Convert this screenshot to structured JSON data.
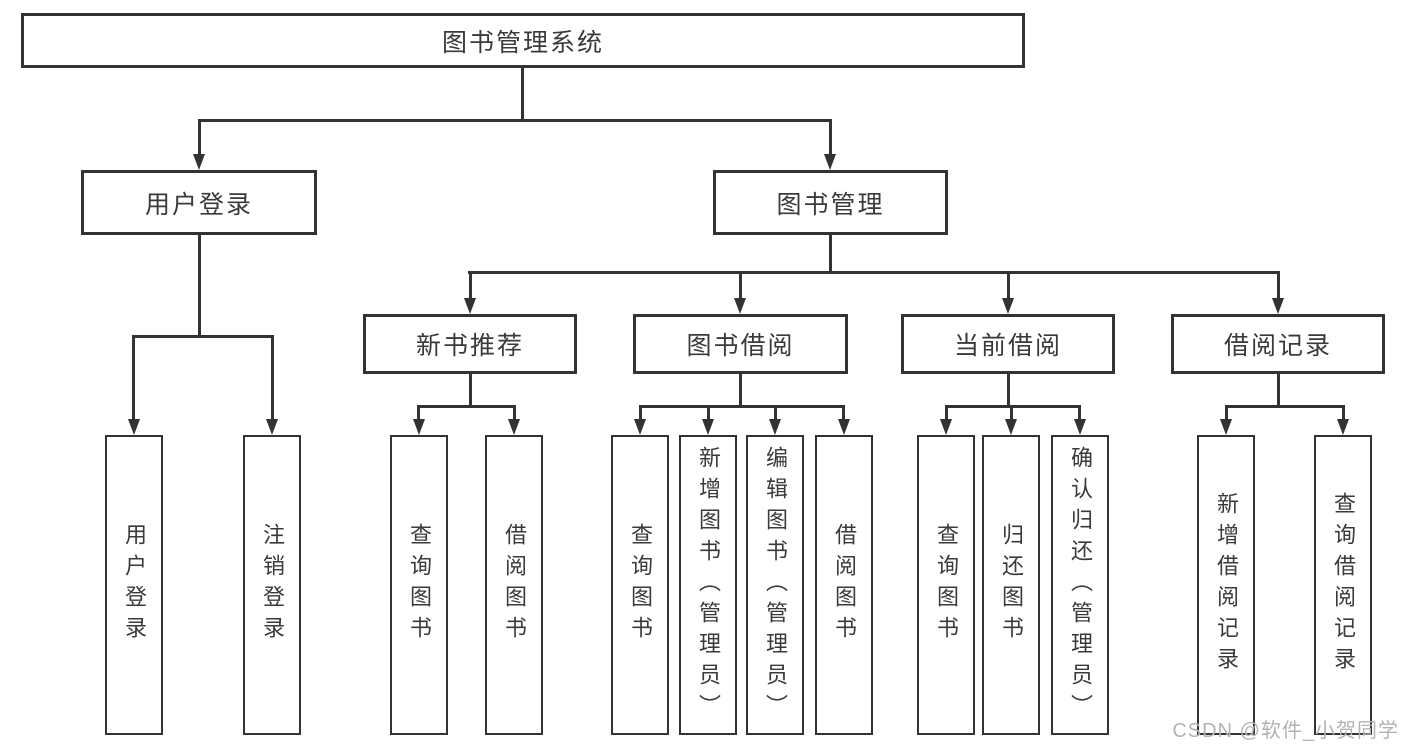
{
  "tree": {
    "label": "图书管理系统",
    "children": [
      {
        "label": "用户登录",
        "children": [
          {
            "label": "用户登录"
          },
          {
            "label": "注销登录"
          }
        ]
      },
      {
        "label": "图书管理",
        "children": [
          {
            "label": "新书推荐",
            "children": [
              {
                "label": "查询图书"
              },
              {
                "label": "借阅图书"
              }
            ]
          },
          {
            "label": "图书借阅",
            "children": [
              {
                "label": "查询图书"
              },
              {
                "label": "新增图书（管理员）"
              },
              {
                "label": "编辑图书（管理员）"
              },
              {
                "label": "借阅图书"
              }
            ]
          },
          {
            "label": "当前借阅",
            "children": [
              {
                "label": "查询图书"
              },
              {
                "label": "归还图书"
              },
              {
                "label": "确认归还（管理员）"
              }
            ]
          },
          {
            "label": "借阅记录",
            "children": [
              {
                "label": "新增借阅记录"
              },
              {
                "label": "查询借阅记录"
              }
            ]
          }
        ]
      }
    ]
  },
  "watermark": {
    "text": "CSDN @软件_小贺同学"
  },
  "colors": {
    "line": "#333333",
    "box_border": "#333333",
    "box_fill": "#ffffff",
    "text": "#3a3a3a",
    "background": "#ffffff",
    "watermark": "#b3b3b3"
  }
}
